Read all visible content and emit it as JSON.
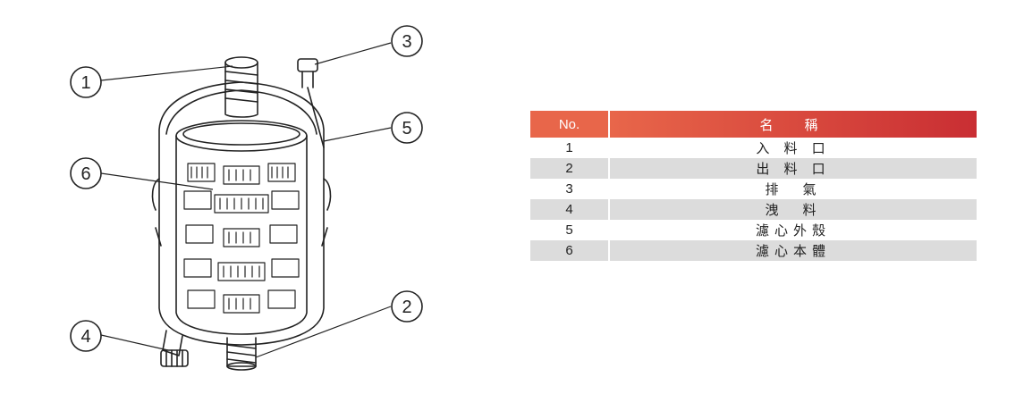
{
  "callouts": [
    "1",
    "2",
    "3",
    "4",
    "5",
    "6"
  ],
  "table": {
    "headers": {
      "no": "No.",
      "name": "名　稱"
    },
    "rows": [
      {
        "no": "1",
        "name": "入 料 口"
      },
      {
        "no": "2",
        "name": "出 料 口"
      },
      {
        "no": "3",
        "name": "排　氣"
      },
      {
        "no": "4",
        "name": "洩　料"
      },
      {
        "no": "5",
        "name": "濾心外殼"
      },
      {
        "no": "6",
        "name": "濾心本體"
      }
    ]
  },
  "colors": {
    "header_start": "#e8664a",
    "header_end": "#c92e33",
    "row_alt": "#dcdcdc",
    "line": "#222222"
  }
}
